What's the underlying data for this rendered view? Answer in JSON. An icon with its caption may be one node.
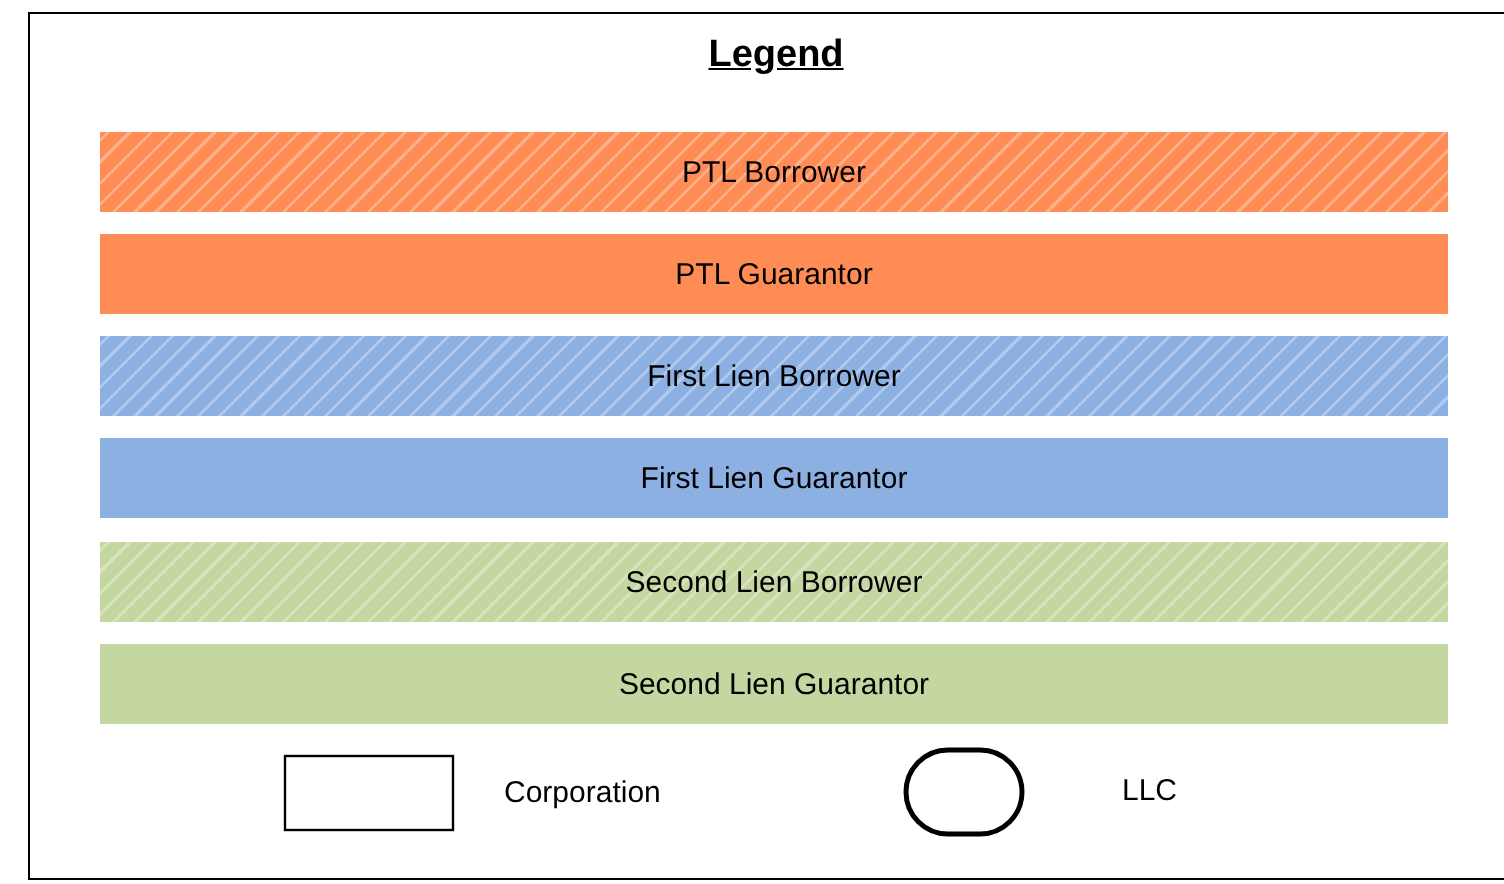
{
  "diagram": {
    "title": "Legend",
    "legend": [
      {
        "text": "PTL Borrower",
        "color": "#ff8c55"
      },
      {
        "text": "PTL Guarantor",
        "color": "#ff8c55"
      },
      {
        "text": "First Lien Borrower",
        "color": "#8db0e3"
      },
      {
        "text": "First Lien Guarantor",
        "color": "#8db0e3"
      },
      {
        "text": "Second Lien Borrower",
        "color": "#c4d7a0"
      },
      {
        "text": "Second Lien Guarantor",
        "color": "#c4d7a0"
      },
      {
        "text": "Corporation"
      },
      {
        "text": "LLC"
      }
    ]
  }
}
